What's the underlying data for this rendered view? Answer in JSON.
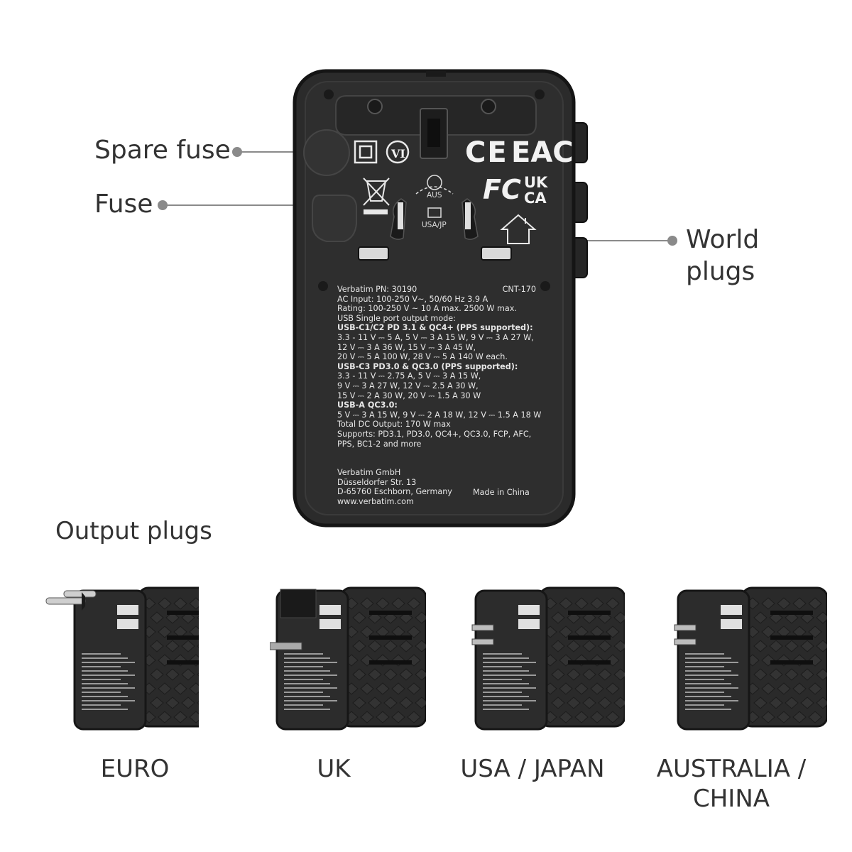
{
  "callouts": {
    "spare_fuse": "Spare fuse",
    "fuse": "Fuse",
    "world_plugs_line1": "World",
    "world_plugs_line2": "plugs"
  },
  "device": {
    "color": "#2a2a2a",
    "cert_ce": "CE",
    "cert_eac": "EAC",
    "cert_fc": "FC",
    "cert_uk": "UK",
    "cert_ca": "CA",
    "class_vi": "VI",
    "aus_label": "AUS",
    "usa_jp_label": "USA/JP",
    "model": "CNT-170",
    "spec_lines": [
      {
        "text": "Verbatim PN: 30190",
        "bold": false
      },
      {
        "text": "AC Input: 100-250 V~, 50/60 Hz 3.9 A",
        "bold": false
      },
      {
        "text": "Rating: 100-250 V ~ 10 A max. 2500 W max.",
        "bold": false
      },
      {
        "text": "USB Single port output mode:",
        "bold": false
      },
      {
        "text": "USB-C1/C2 PD 3.1 & QC4+ (PPS supported):",
        "bold": true
      },
      {
        "text": "3.3 - 11 V ⎓ 5 A, 5 V ⎓ 3 A 15 W, 9 V ⎓ 3 A 27 W,",
        "bold": false
      },
      {
        "text": "12 V ⎓ 3 A 36 W, 15 V ⎓ 3 A 45 W,",
        "bold": false
      },
      {
        "text": "20 V ⎓ 5 A 100 W, 28 V ⎓ 5 A 140 W each.",
        "bold": false
      },
      {
        "text": "USB-C3 PD3.0 & QC3.0 (PPS supported):",
        "bold": true
      },
      {
        "text": "3.3 - 11 V ⎓ 2.75 A, 5 V ⎓ 3 A 15 W,",
        "bold": false
      },
      {
        "text": "9 V ⎓ 3 A 27 W, 12 V ⎓ 2.5 A 30 W,",
        "bold": false
      },
      {
        "text": "15 V ⎓ 2 A 30 W, 20 V ⎓ 1.5 A 30 W",
        "bold": false
      },
      {
        "text": "USB-A QC3.0:",
        "bold": true
      },
      {
        "text": "5 V ⎓ 3 A 15 W, 9 V ⎓ 2 A 18 W, 12 V ⎓ 1.5 A 18 W",
        "bold": false
      },
      {
        "text": "Total DC Output: 170 W max",
        "bold": false
      },
      {
        "text": "Supports: PD3.1, PD3.0, QC4+, QC3.0, FCP, AFC,",
        "bold": false
      },
      {
        "text": "PPS, BC1-2 and more",
        "bold": false
      }
    ],
    "address_lines": [
      "Verbatim GmbH",
      "Düsseldorfer Str. 13",
      "D-65760 Eschborn, Germany",
      "www.verbatim.com"
    ],
    "made_in": "Made in China"
  },
  "output": {
    "title": "Output plugs",
    "plugs": [
      {
        "label": "EURO",
        "icon": "euro-plug-icon"
      },
      {
        "label": "UK",
        "icon": "uk-plug-icon"
      },
      {
        "label": "USA / JAPAN",
        "icon": "usa-japan-plug-icon"
      },
      {
        "label": "AUSTRALIA / CHINA",
        "icon": "australia-china-plug-icon"
      }
    ]
  }
}
